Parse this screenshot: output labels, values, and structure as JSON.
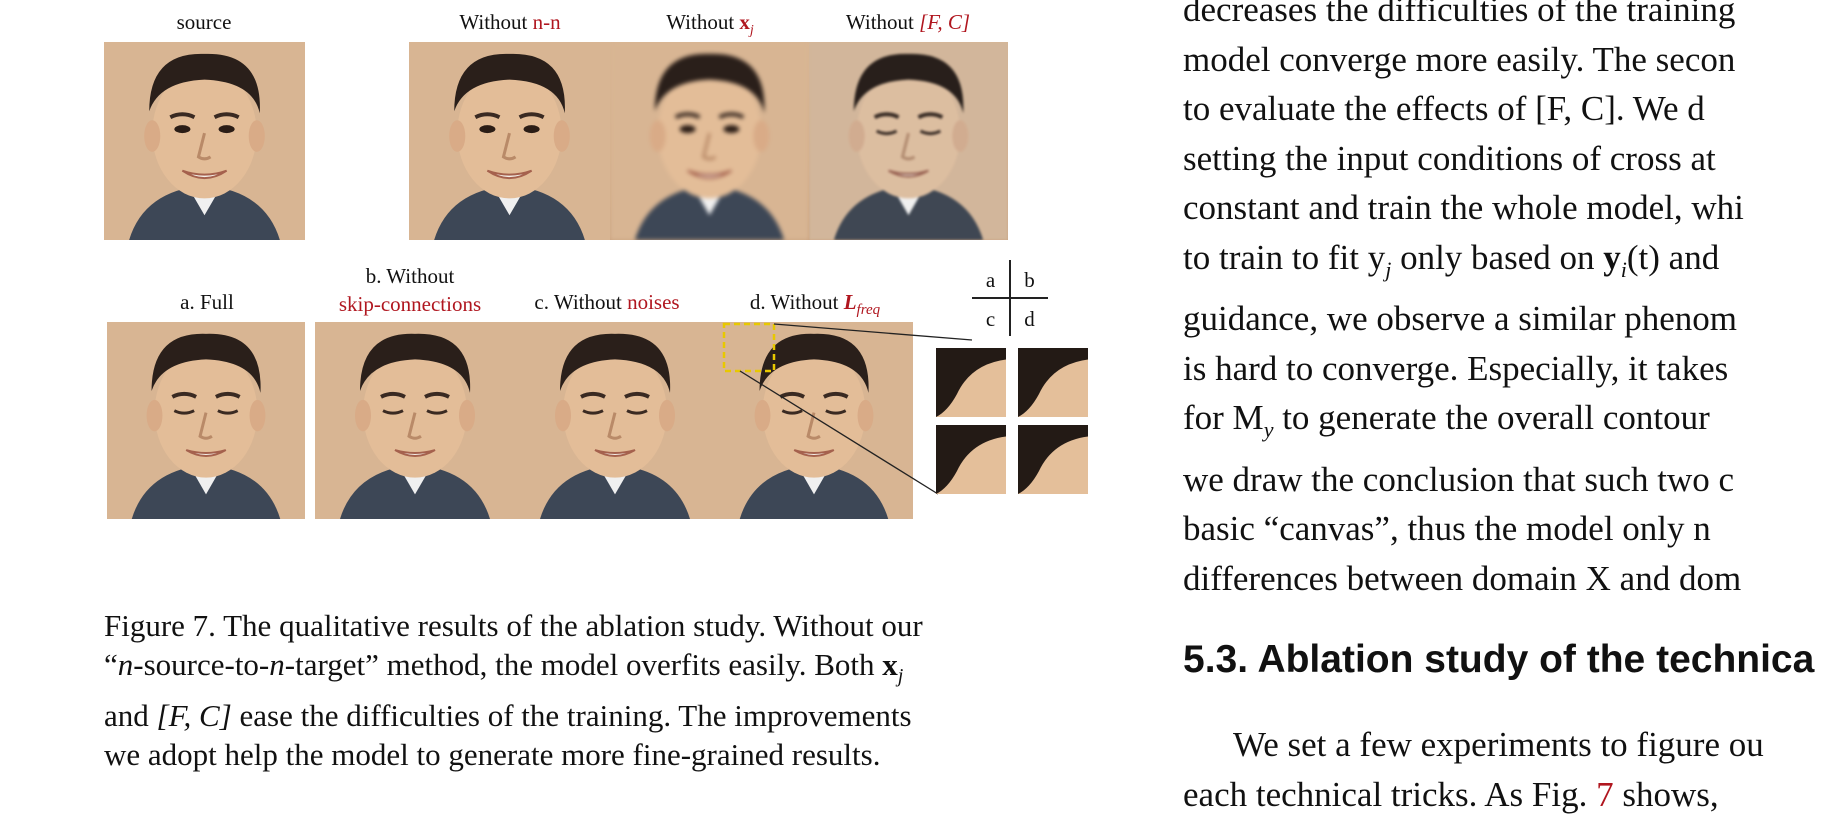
{
  "figure": {
    "top_row_labels": {
      "source": "source",
      "without_nn_prefix": "Without ",
      "without_nn_term": "n-n",
      "without_xj_prefix": "Without ",
      "without_xj_term": "x",
      "without_xj_sub": "j",
      "without_fc_prefix": "Without ",
      "without_fc_term": "[F, C]"
    },
    "bottom_row_labels": {
      "a": "a. Full",
      "b_line1": "b. Without",
      "b_line2": "skip-connections",
      "c_prefix": "c. Without ",
      "c_term": "noises",
      "d_prefix": "d. Without ",
      "d_term": "L",
      "d_sub": "freq"
    },
    "grid_legend": {
      "a": "a",
      "b": "b",
      "c": "c",
      "d": "d"
    },
    "colors": {
      "accent_red": "#b0161f",
      "highlight_box": "#e8c800",
      "skin": "#e3bd98",
      "hair": "#2a1f1a",
      "jacket": "#3d4756"
    }
  },
  "caption": {
    "line1": "Figure 7. The qualitative results of the ablation study. Without our",
    "line2_a": "“",
    "line2_n1": "n",
    "line2_b": "-source-to-",
    "line2_n2": "n",
    "line2_c": "-target” method, the model overfits easily. Both ",
    "line2_x": "x",
    "line2_sub": "j",
    "line3_a": "and ",
    "line3_fc": "[F, C]",
    "line3_b": " ease the difficulties of the training. The improvements",
    "line4": "we adopt help the model to generate more fine-grained results."
  },
  "right_column": {
    "lines": [
      "decreases the difficulties of the training",
      "model converge more easily. The secon",
      "to evaluate the effects of [F, C]. We d",
      "setting the input conditions of cross at",
      "constant and train the whole model, whi",
      "to train to fit y",
      "guidance, we observe a similar phenom",
      "is hard to converge. Especially, it takes",
      "for M",
      "we draw the conclusion that such two c",
      "basic “canvas”, thus the model only n",
      "differences between domain X and dom"
    ],
    "line6_sub1": "j",
    "line6_mid": " only based on ",
    "line6_y": "y",
    "line6_sub2": "i",
    "line6_t": "(t)",
    "line6_end": " and",
    "line9_sub": "y",
    "line9_end": " to generate the overall contour",
    "section_heading": "5.3. Ablation study of the technica",
    "para_line1": "We set a few experiments to figure ou",
    "para_line2_a": "each technical tricks. As Fig. ",
    "para_line2_ref": "7",
    "para_line2_b": " shows,"
  }
}
